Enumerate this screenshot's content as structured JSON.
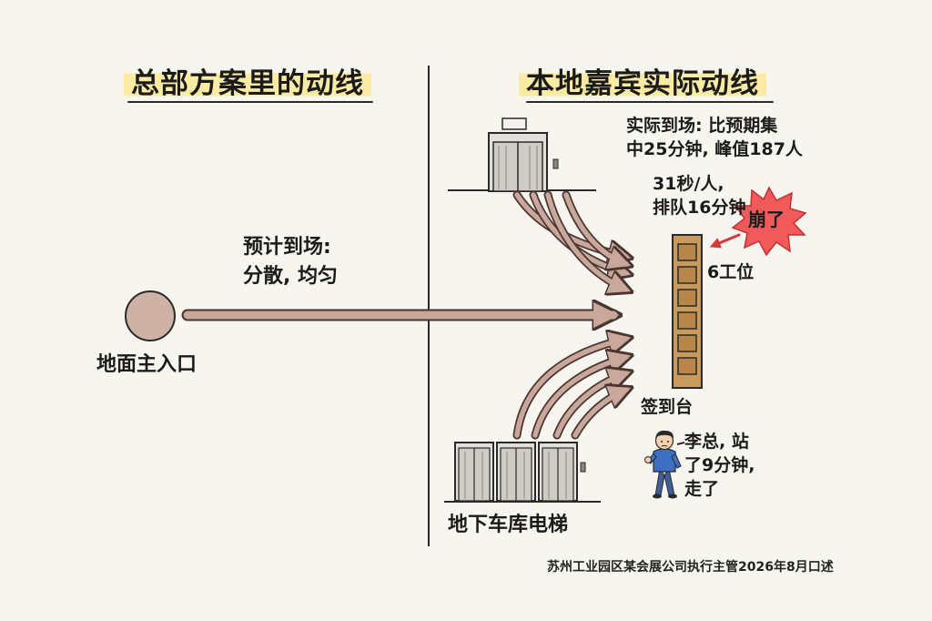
{
  "titles": {
    "left": "总部方案里的动线",
    "right": "本地嘉宾实际动线"
  },
  "labels": {
    "entrance": "地面主入口",
    "expected_line1": "预计到场:",
    "expected_line2": "分散, 均匀",
    "actual_line1": "实际到场: 比预期集",
    "actual_line2": "中25分钟, 峰值187人",
    "rate_line1": "31秒/人,",
    "rate_line2": "排队16分钟",
    "burst": "崩了",
    "stations": "6工位",
    "desk": "签到台",
    "person_line1": "李总, 站",
    "person_line2": "了9分钟,",
    "person_line3": "走了",
    "garage": "地下车库电梯",
    "source": "苏州工业园区某会展公司执行主管2026年8月口述"
  },
  "colors": {
    "arrow": "#c9a79b",
    "arrow_outline": "#4a3530",
    "desk": "#c89a5c",
    "burst": "#f05a5a",
    "highlight": "#f9eba3"
  }
}
